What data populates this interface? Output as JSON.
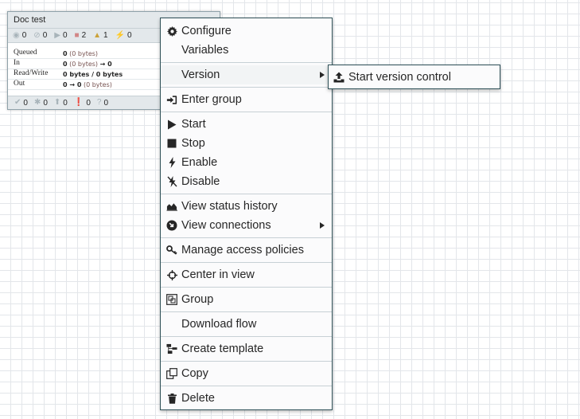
{
  "process_group": {
    "title": "Doc test",
    "status": {
      "transmitting": "0",
      "not_transmitting": "0",
      "running": "0",
      "stopped": "2",
      "invalid": "1",
      "disabled": "0"
    },
    "stats": {
      "queued_label": "Queued",
      "queued_value": "0",
      "queued_detail": "(0 bytes)",
      "in_label": "In",
      "in_value": "0",
      "in_detail": "(0 bytes)",
      "in_arrow": "→ 0",
      "rw_label": "Read/Write",
      "rw_value": "0 bytes / 0 bytes",
      "out_label": "Out",
      "out_value": "0 → 0",
      "out_detail": "(0 bytes)"
    },
    "versions": {
      "up_to_date": "0",
      "locally_modified": "0",
      "stale": "0",
      "modified_and_stale": "0",
      "sync_failure": "0"
    }
  },
  "context_menu": {
    "items": {
      "configure": "Configure",
      "variables": "Variables",
      "version": "Version",
      "enter_group": "Enter group",
      "start": "Start",
      "stop": "Stop",
      "enable": "Enable",
      "disable": "Disable",
      "view_status_history": "View status history",
      "view_connections": "View connections",
      "manage_access_policies": "Manage access policies",
      "center_in_view": "Center in view",
      "group": "Group",
      "download_flow": "Download flow",
      "create_template": "Create template",
      "copy": "Copy",
      "delete": "Delete"
    }
  },
  "version_submenu": {
    "start_version_control": "Start version control"
  },
  "colors": {
    "menu_border": "#2e5057",
    "stopped": "#d18686",
    "invalid": "#cba239",
    "muted_icon": "#a8b4ba"
  }
}
